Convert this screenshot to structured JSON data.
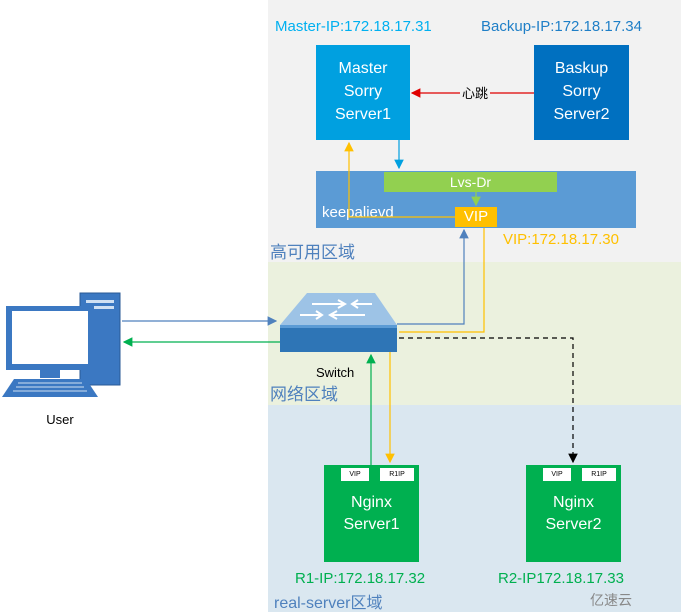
{
  "zones": {
    "ha_label": "高可用区域",
    "net_label": "网络区域",
    "rs_label": "real-server区域"
  },
  "ips": {
    "master": "Master-IP:172.18.17.31",
    "backup": "Backup-IP:172.18.17.34",
    "vip": "VIP:172.18.17.30",
    "r1": "R1-IP:172.18.17.32",
    "r2": "R2-IP172.18.17.33"
  },
  "master_server": [
    "Master",
    "Sorry",
    "Server1"
  ],
  "backup_server": [
    "Baskup",
    "Sorry",
    "Server2"
  ],
  "heartbeat_label": "心跳",
  "lvs_label": "Lvs-Dr",
  "keepalived_label": "keepalievd",
  "vip_label": "VIP",
  "switch_label": "Switch",
  "user_label": "User",
  "nginx1": {
    "line1": "Nginx",
    "line2": "Server1",
    "tag_vip": "VIP",
    "tag_rip": "R1IP"
  },
  "nginx2": {
    "line1": "Nginx",
    "line2": "Server2",
    "tag_vip": "VIP",
    "tag_rip": "R1IP"
  },
  "watermark": "亿速云",
  "colors": {
    "server_blue": "#00a0e0",
    "backup_blue": "#0070c0",
    "lvs_green": "#92d050",
    "keepalived_blue": "#5b9bd5",
    "vip_orange": "#ffc000",
    "nginx_green": "#00b050",
    "heartbeat_red": "#e00000"
  }
}
